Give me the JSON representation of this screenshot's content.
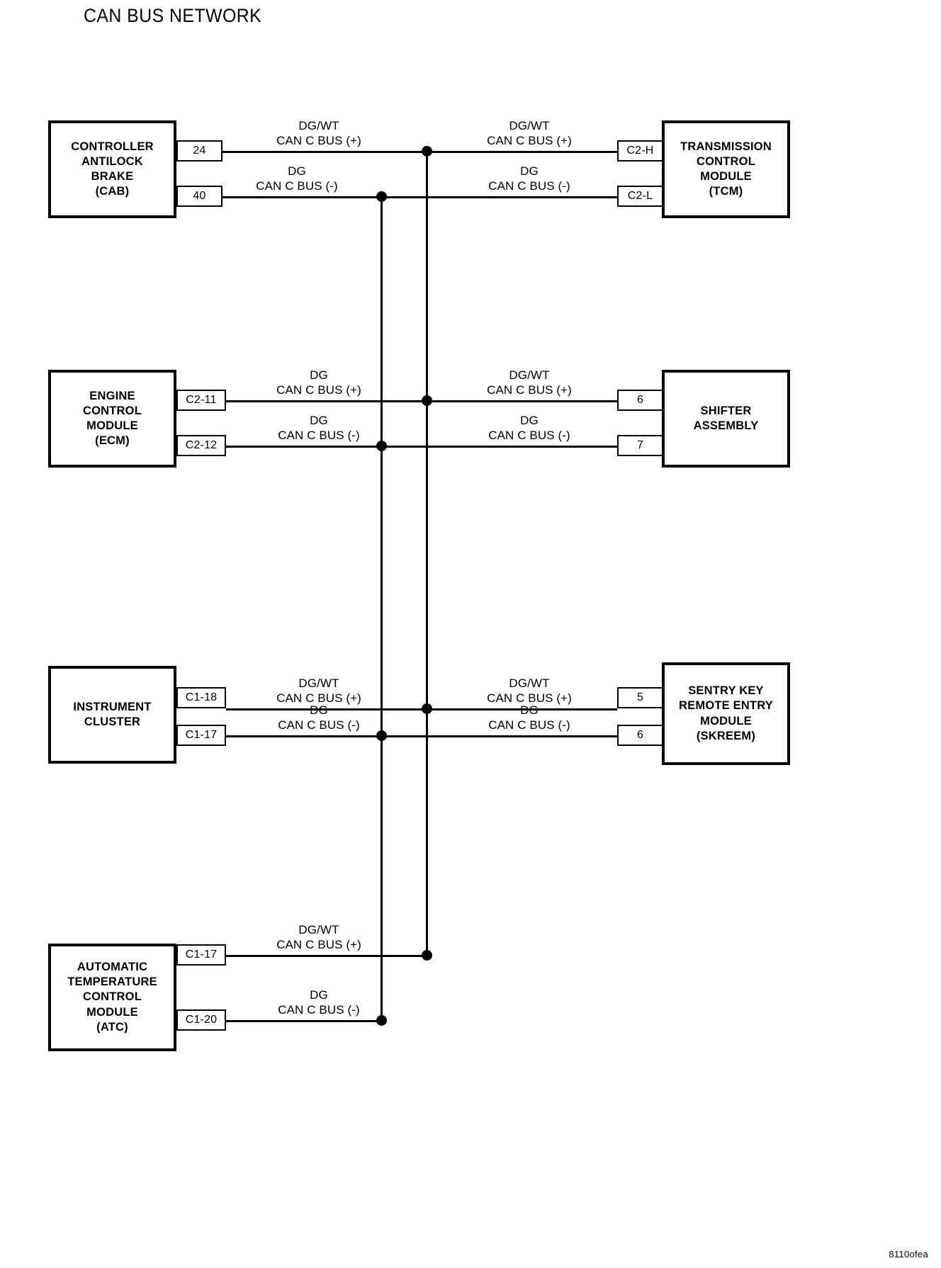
{
  "diagram": {
    "title": "CAN BUS NETWORK",
    "reference_code": "8110ofea",
    "bus_names": {
      "positive": "CAN C BUS (+)",
      "negative": "CAN C BUS (-)"
    },
    "wire_colors": {
      "dark_green_white": "DG/WT",
      "dark_green": "DG"
    }
  },
  "modules": {
    "cab": {
      "name": "CONTROLLER\nANTILOCK\nBRAKE\n(CAB)",
      "pin_plus": "24",
      "pin_minus": "40"
    },
    "tcm": {
      "name": "TRANSMISSION\nCONTROL\nMODULE\n(TCM)",
      "pin_plus": "C2-H",
      "pin_minus": "C2-L"
    },
    "ecm": {
      "name": "ENGINE\nCONTROL\nMODULE\n(ECM)",
      "pin_plus": "C2-11",
      "pin_minus": "C2-12"
    },
    "shifter": {
      "name": "SHIFTER\nASSEMBLY",
      "pin_plus": "6",
      "pin_minus": "7"
    },
    "cluster": {
      "name": "INSTRUMENT\nCLUSTER",
      "pin_plus": "C1-18",
      "pin_minus": "C1-17"
    },
    "skreem": {
      "name": "SENTRY KEY\nREMOTE ENTRY\nMODULE\n(SKREEM)",
      "pin_plus": "5",
      "pin_minus": "6"
    },
    "atc": {
      "name": "AUTOMATIC\nTEMPERATURE\nCONTROL\nMODULE\n(ATC)",
      "pin_plus": "C1-17",
      "pin_minus": "C1-20"
    }
  },
  "wire_labels": {
    "row1_left_plus": "DG/WT\nCAN C BUS (+)",
    "row1_right_plus": "DG/WT\nCAN C BUS (+)",
    "row1_left_minus": "DG\nCAN C BUS (-)",
    "row1_right_minus": "DG\nCAN C BUS (-)",
    "row2_left_plus": "DG\nCAN C BUS (+)",
    "row2_right_plus": "DG/WT\nCAN C BUS (+)",
    "row2_left_minus": "DG\nCAN C BUS (-)",
    "row2_right_minus": "DG\nCAN C BUS (-)",
    "row3_left_plus": "DG/WT\nCAN C BUS (+)",
    "row3_right_plus": "DG/WT\nCAN C BUS (+)",
    "row3_left_minus": "DG\nCAN C BUS (-)",
    "row3_right_minus": "DG\nCAN C BUS (-)",
    "row4_left_plus": "DG/WT\nCAN C BUS (+)",
    "row4_left_minus": "DG\nCAN C BUS (-)"
  }
}
